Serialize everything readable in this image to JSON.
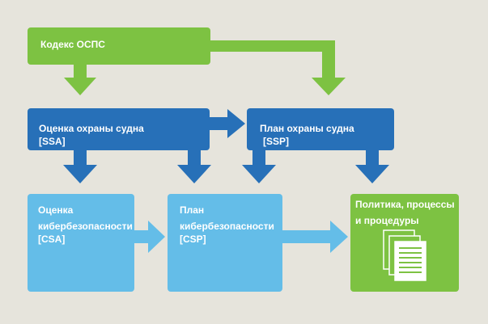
{
  "boxes": {
    "ops_code": {
      "line1": "Кодекс ОСПС"
    },
    "ssa": {
      "line1": "Оценка охраны судна",
      "line2": "[SSA]"
    },
    "ssp": {
      "line1": "План охраны судна",
      "line2": "[SSP]"
    },
    "csa": {
      "line1": "Оценка",
      "line2": "кибербезопасности",
      "line3": "[CSA]"
    },
    "csp": {
      "line1": "План",
      "line2": "кибербезопасности",
      "line3": "[CSP]"
    },
    "policies": {
      "line1": "Политика, процессы",
      "line2": "и процедуры"
    }
  },
  "icons": {
    "documents": "documents-icon"
  },
  "colors": {
    "background": "#e6e4dc",
    "green": "#7dc242",
    "dark_blue": "#2770b8",
    "light_blue": "#64bde8",
    "mid_blue": "#3c8fd6"
  }
}
